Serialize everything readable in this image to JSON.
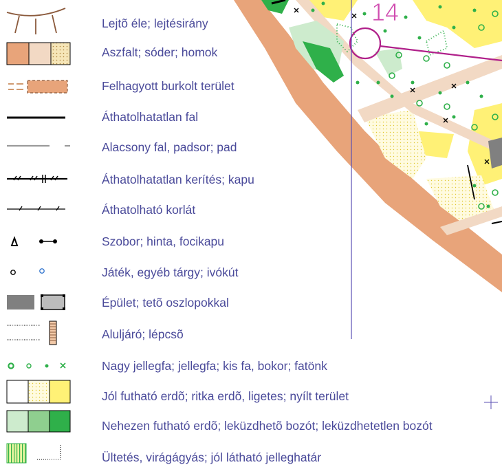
{
  "map": {
    "control_number": "14",
    "colors": {
      "asphalt": "#e8a47a",
      "gravel": "#f2d9c4",
      "sand": "#f5d780",
      "open": "#fff176",
      "rough_open": "#fff9c4",
      "forest_white": "#ffffff",
      "green_light": "#cdebcd",
      "green_mid": "#8fcf8f",
      "green_dark": "#2fb04a",
      "course_purple": "#b0208a",
      "north_line": "#5a4fb3",
      "text": "#4a4a9a"
    }
  },
  "legend": [
    {
      "symbol": "slope-tag",
      "label": "Lejtõ éle; lejtésirány"
    },
    {
      "symbol": "paved-area",
      "label": "Aszfalt; sóder; homok"
    },
    {
      "symbol": "abandoned-paved",
      "label": "Felhagyott burkolt terület"
    },
    {
      "symbol": "impassable-wall",
      "label": "Áthatolhatatlan fal"
    },
    {
      "symbol": "low-wall",
      "label": "Alacsony fal, padsor; pad"
    },
    {
      "symbol": "impassable-fence",
      "label": "Áthatolhatatlan kerítés; kapu"
    },
    {
      "symbol": "passable-rail",
      "label": "Áthatolható korlát"
    },
    {
      "symbol": "statue",
      "label": "Szobor; hinta, focikapu"
    },
    {
      "symbol": "play-object",
      "label": "Játék, egyéb tárgy; ivókút"
    },
    {
      "symbol": "building",
      "label": "Épület; tetõ oszlopokkal"
    },
    {
      "symbol": "underpass",
      "label": "Aluljáró; lépcsõ"
    },
    {
      "symbol": "trees",
      "label": "Nagy jellegfa; jellegfa; kis fa, bokor; fatönk"
    },
    {
      "symbol": "runnable-forest",
      "label": "Jól futható erdõ; ritka erdõ, ligetes; nyílt terület"
    },
    {
      "symbol": "vegetation",
      "label": "Nehezen futható erdõ; leküzdhetõ bozót; leküzdhetetlen bozót"
    },
    {
      "symbol": "planting",
      "label": "Ültetés, virágágyás; jól látható jelleghatár"
    }
  ]
}
